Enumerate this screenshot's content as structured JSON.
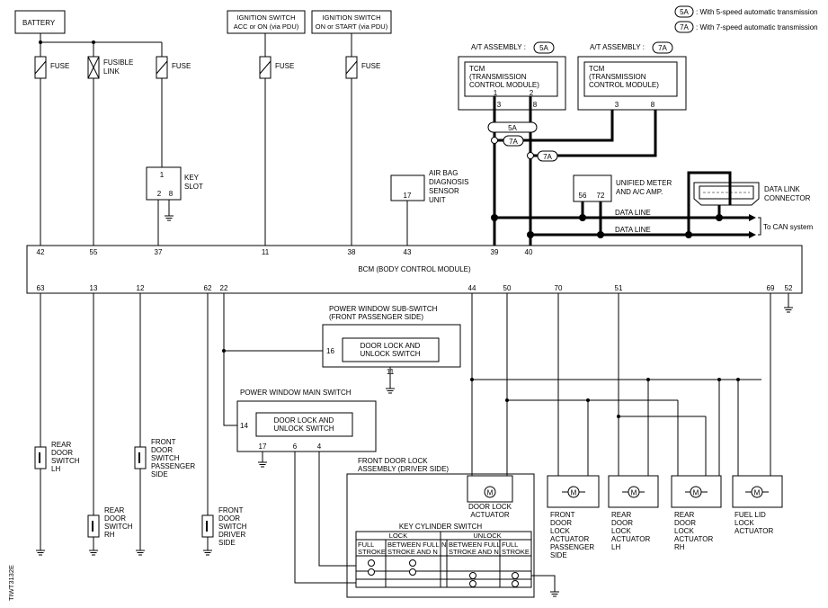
{
  "legend": {
    "a_badge": "5A",
    "a_text": ": With 5-speed automatic transmission",
    "b_badge": "7A",
    "b_text": ": With 7-speed automatic transmission"
  },
  "battery": "BATTERY",
  "fuse": "FUSE",
  "fusible_link": [
    "FUSIBLE",
    "LINK"
  ],
  "ign_acc": [
    "IGNITION SWITCH",
    "ACC or ON (via PDU)"
  ],
  "ign_start": [
    "IGNITION SWITCH",
    "ON or START (via PDU)"
  ],
  "at_5a_label": "A/T ASSEMBLY :",
  "at_7a_label": "A/T ASSEMBLY :",
  "tcm": [
    "TCM",
    "(TRANSMISSION",
    " CONTROL MODULE)"
  ],
  "tcm_5a_pins": [
    "1",
    "2",
    "3",
    "8"
  ],
  "tcm_7a_pins": [
    "3",
    "8"
  ],
  "badges": {
    "a": "5A",
    "b": "7A"
  },
  "key_slot": {
    "label": [
      "KEY",
      "SLOT"
    ],
    "pins": [
      "1",
      "2",
      "8"
    ]
  },
  "airbag": {
    "label": [
      "AIR BAG",
      "DIAGNOSIS",
      "SENSOR",
      "UNIT"
    ],
    "pin": "17"
  },
  "meter": {
    "label": [
      "UNIFIED METER",
      "AND A/C AMP."
    ],
    "pins": [
      "56",
      "72"
    ]
  },
  "dlc": [
    "DATA LINK",
    "CONNECTOR"
  ],
  "data_line": "DATA LINE",
  "to_can": "To CAN system",
  "bcm": {
    "title": "BCM (BODY CONTROL MODULE)",
    "top_pins": [
      "42",
      "55",
      "37",
      "11",
      "38",
      "43",
      "39",
      "40"
    ],
    "bottom_pins": [
      "63",
      "13",
      "12",
      "62",
      "22",
      "44",
      "50",
      "70",
      "51",
      "69",
      "52"
    ]
  },
  "pw_sub": {
    "title": [
      "POWER WINDOW SUB-SWITCH",
      "(FRONT PASSENGER SIDE)"
    ],
    "inner": [
      "DOOR LOCK AND",
      "UNLOCK SWITCH"
    ],
    "pins": [
      "16",
      "11"
    ]
  },
  "pw_main": {
    "title": "POWER WINDOW MAIN SWITCH",
    "inner": [
      "DOOR LOCK AND",
      "UNLOCK SWITCH"
    ],
    "pins": [
      "14",
      "17",
      "6",
      "4"
    ]
  },
  "door_switches": {
    "rear_lh": [
      "REAR",
      "DOOR",
      "SWITCH",
      "LH"
    ],
    "rear_rh": [
      "REAR",
      "DOOR",
      "SWITCH",
      "RH"
    ],
    "front_pass": [
      "FRONT",
      "DOOR",
      "SWITCH",
      "PASSENGER",
      "SIDE"
    ],
    "front_driver": [
      "FRONT",
      "DOOR",
      "SWITCH",
      "DRIVER",
      "SIDE"
    ]
  },
  "fdl_assembly": [
    "FRONT DOOR LOCK",
    "ASSEMBLY (DRIVER SIDE)"
  ],
  "door_lock_actuator": [
    "DOOR LOCK",
    "ACTUATOR"
  ],
  "key_cyl": {
    "title": "KEY CYLINDER SWITCH",
    "lock": "LOCK",
    "unlock": "UNLOCK",
    "cols": [
      "FULL",
      "STROKE",
      "BETWEEN FULL",
      "STROKE AND N",
      "N",
      "BETWEEN FULL",
      "STROKE AND N",
      "FULL",
      "STROKE"
    ]
  },
  "actuators": {
    "front_pass": [
      "FRONT",
      "DOOR",
      "LOCK",
      "ACTUATOR",
      "PASSENGER",
      "SIDE"
    ],
    "rear_lh": [
      "REAR",
      "DOOR",
      "LOCK",
      "ACTUATOR",
      "LH"
    ],
    "rear_rh": [
      "REAR",
      "DOOR",
      "LOCK",
      "ACTUATOR",
      "RH"
    ],
    "fuel_lid": [
      "FUEL LID",
      "LOCK",
      "ACTUATOR"
    ]
  },
  "motor": "M",
  "figure_id": "TIWT3132E"
}
